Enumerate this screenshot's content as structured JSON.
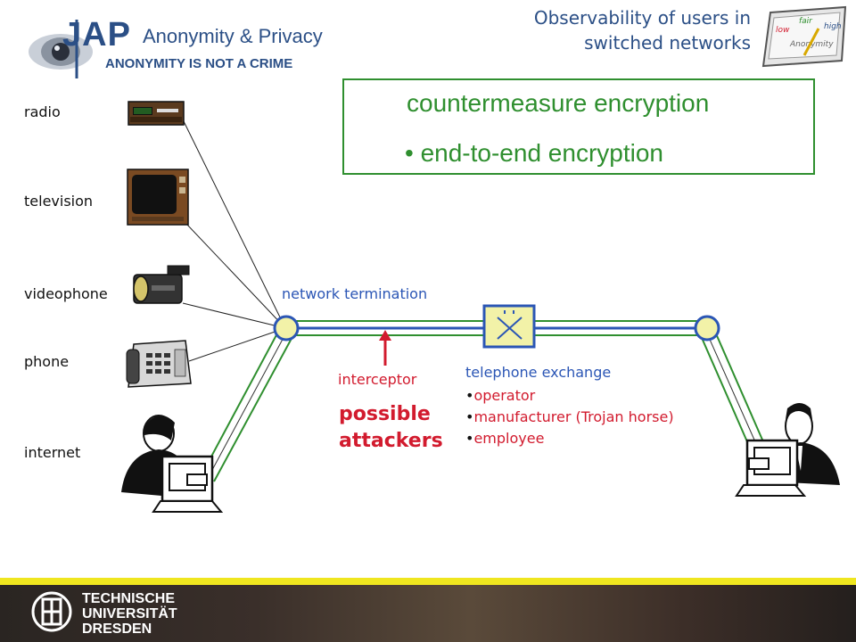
{
  "header": {
    "logo_main": "JAP",
    "logo_sub": "Anonymity & Privacy",
    "slogan": "ANONYMITY IS NOT A CRIME",
    "title_line1": "Observability of users in",
    "title_line2": "switched networks",
    "badge_words": [
      "low",
      "fair",
      "high",
      "Anonymity"
    ]
  },
  "countermeasure": {
    "title": "countermeasure encryption",
    "bullet": "• end-to-end encryption"
  },
  "devices": {
    "radio": "radio",
    "television": "television",
    "videophone": "videophone",
    "phone": "phone",
    "internet": "internet"
  },
  "network": {
    "termination": "network termination",
    "interceptor": "interceptor",
    "attackers_line1": "possible",
    "attackers_line2": "attackers",
    "exchange_title": "telephone exchange",
    "exchange_items": [
      "operator",
      "manufacturer (Trojan horse)",
      "employee"
    ]
  },
  "footer": {
    "line1": "TECHNISCHE",
    "line2": "UNIVERSITÄT",
    "line3": "DRESDEN"
  },
  "colors": {
    "title_blue": "#2b4f86",
    "green": "#2f8f2f",
    "red": "#d21b2e",
    "label_blue": "#2b56b5",
    "node_fill": "#f2f2a8",
    "footer_accent": "#efe61f"
  }
}
